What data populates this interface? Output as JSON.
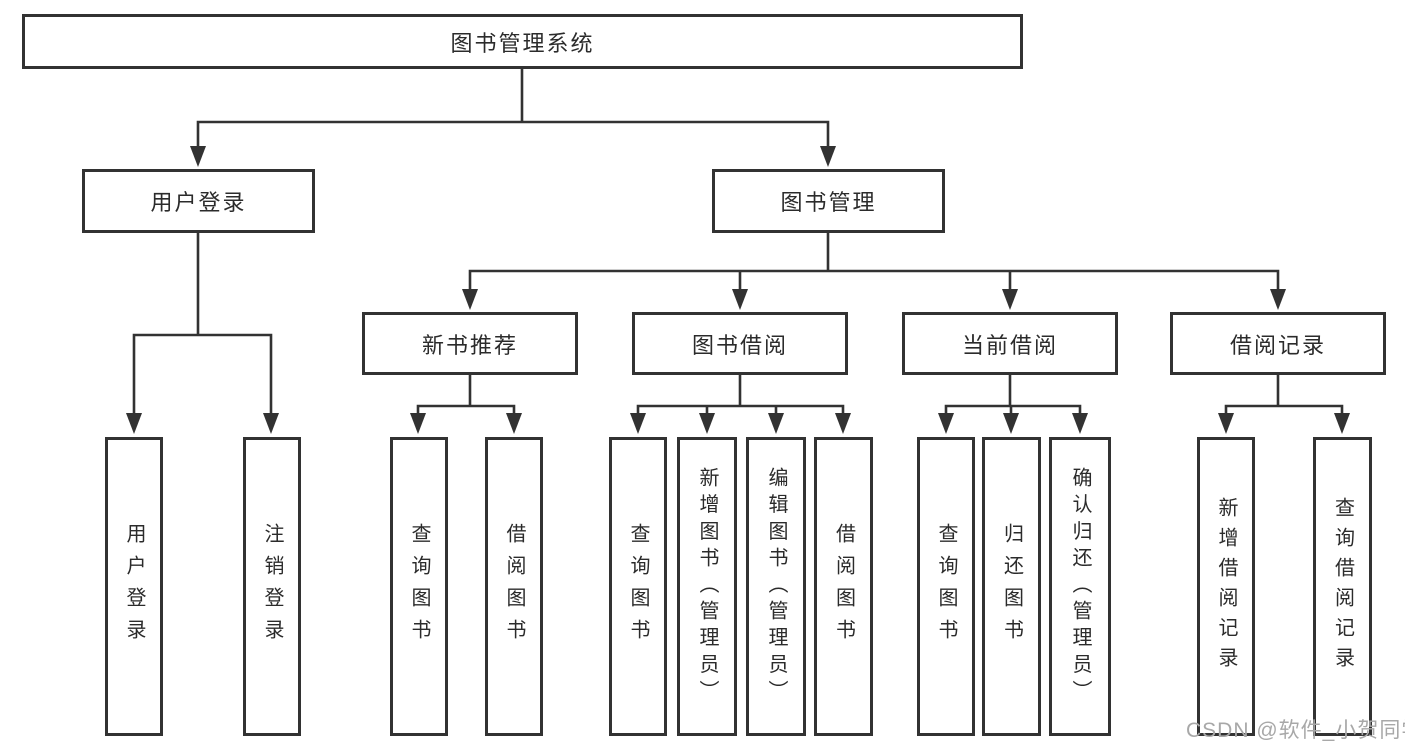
{
  "tree": {
    "root": {
      "label": "图书管理系统"
    },
    "level2": [
      {
        "label": "用户登录"
      },
      {
        "label": "图书管理"
      }
    ],
    "level3": [
      {
        "label": "新书推荐"
      },
      {
        "label": "图书借阅"
      },
      {
        "label": "当前借阅"
      },
      {
        "label": "借阅记录"
      }
    ],
    "leaves": {
      "user_login": [
        "用户登录",
        "注销登录"
      ],
      "new_book": [
        "查询图书",
        "借阅图书"
      ],
      "book_borrow": [
        "查询图书",
        "新增图书（管理员）",
        "编辑图书（管理员）",
        "借阅图书"
      ],
      "current_borrow": [
        "查询图书",
        "归还图书",
        "确认归还（管理员）"
      ],
      "borrow_records": [
        "新增借阅记录",
        "查询借阅记录"
      ]
    }
  },
  "watermark": "CSDN @软件_小贺同学",
  "colors": {
    "line": "#323232",
    "text": "#2b2b2b",
    "watermark": "#a8a8a8",
    "background": "#ffffff"
  }
}
